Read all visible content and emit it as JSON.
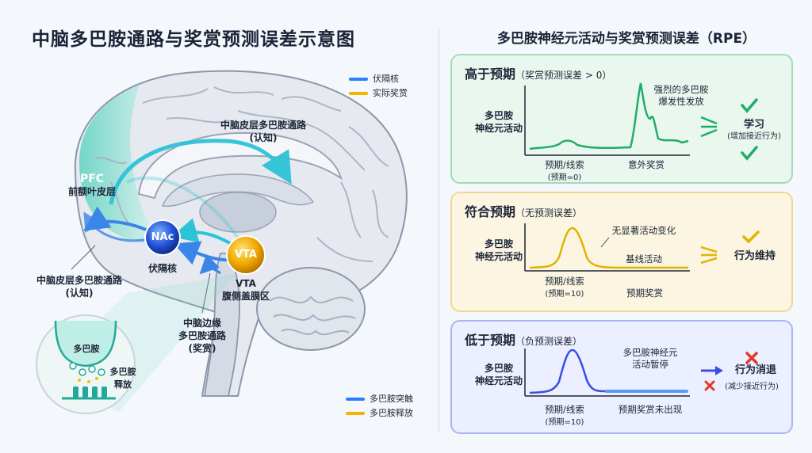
{
  "left": {
    "title": "中脑多巴胺通路与奖赏预测误差示意图",
    "legend_top": [
      {
        "label": "伏隔核",
        "color": "#2a7fff"
      },
      {
        "label": "实际奖赏",
        "color": "#f2b400"
      }
    ],
    "legend_bottom": [
      {
        "label": "多巴胺突触",
        "color": "#2a7fff"
      },
      {
        "label": "多巴胺释放",
        "color": "#f2b400"
      }
    ],
    "mesocortical_top": {
      "line1": "中脑皮层多巴胺通路",
      "line2": "(认知)"
    },
    "pfc": {
      "abbr": "PFC",
      "name": "前额叶皮层"
    },
    "mesocortical_left": {
      "line1": "中脑皮层多巴胺通路",
      "line2": "(认知)"
    },
    "nac": {
      "abbr": "NAc",
      "name": "伏隔核"
    },
    "vta": {
      "abbr": "VTA",
      "line1": "VTA",
      "line2": "腹侧盖膜区"
    },
    "mesolimbic": {
      "line1": "中脑边缘",
      "line2": "多巴胺通路",
      "line3": "(奖赏)"
    },
    "synapse": {
      "label1": "多巴胺",
      "label2_line1": "多巴胺",
      "label2_line2": "释放"
    }
  },
  "right": {
    "title": "多巴胺神经元活动与奖赏预测误差（RPE）",
    "y_label_line1": "多巴胺",
    "y_label_line2": "神经元活动",
    "panels": [
      {
        "heading": "高于预期",
        "sub": "（奖赏预测误差 > 0）",
        "cue_line1": "预期/线索",
        "cue_line2": "(预期=0)",
        "reward": "意外奖赏",
        "annot_line1": "强烈的多巴胺",
        "annot_line2": "爆发性发放",
        "outcome_line1": "学习",
        "outcome_line2": "(增加接近行为)",
        "color": "#1fae6a",
        "bg": "#eaf7ef",
        "border": "#9fdcb8"
      },
      {
        "heading": "符合预期",
        "sub": "（无预测误差）",
        "cue_line1": "预期/线索",
        "cue_line2": "(预期=10)",
        "reward": "预期奖赏",
        "annot_line1": "无显著活动变化",
        "annot_line2": "基线活动",
        "outcome_line1": "行为维持",
        "color": "#e3b300",
        "bg": "#fbf5e2",
        "border": "#efd88f"
      },
      {
        "heading": "低于预期",
        "sub": "（负预测误差）",
        "cue_line1": "预期/线索",
        "cue_line2": "(预期=10)",
        "reward": "预期奖赏未出现",
        "annot_line1": "多巴胺神经元",
        "annot_line2": "活动暂停",
        "outcome_line1": "行为消退",
        "outcome_line2": "(减少接近行为)",
        "color": "#3a4fe0",
        "bg": "#ecefff",
        "border": "#aab4f0"
      }
    ]
  }
}
